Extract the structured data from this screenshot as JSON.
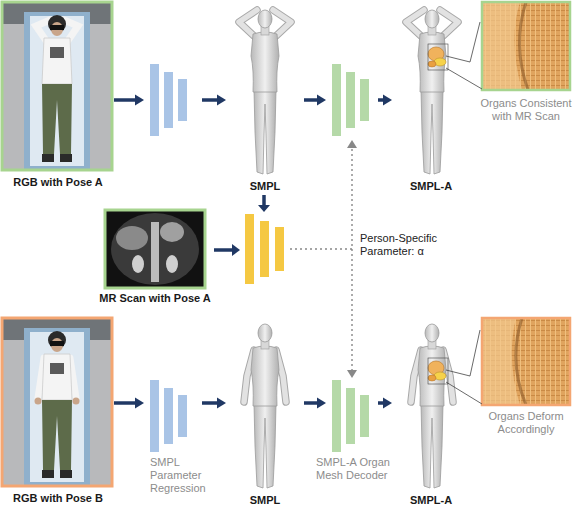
{
  "diagram": {
    "nodes": [
      {
        "text": [
          "RGB with Pose A"
        ]
      },
      {
        "text": [
          "SMPL"
        ]
      },
      {
        "text": [
          "SMPL-A"
        ]
      },
      {
        "text": [
          "Organs Consistent with MR Scan"
        ]
      },
      {
        "text": [
          "MR Scan with Pose A"
        ]
      },
      {
        "text": [
          "RGB with Pose B"
        ]
      },
      {
        "text": [
          "SMPL"
        ]
      },
      {
        "text": [
          "SMPL-A"
        ]
      },
      {
        "text": [
          "Organs Deform Accordingly"
        ]
      }
    ],
    "edges": [
      {
        "from": 0,
        "to": 1,
        "arrow": "to"
      },
      {
        "from": 1,
        "to": 2,
        "arrow": "to"
      },
      {
        "from": 2,
        "to": 3,
        "arrow": "none"
      },
      {
        "from": 5,
        "to": 6,
        "arrow": "to"
      },
      {
        "from": 6,
        "to": 7,
        "arrow": "to"
      },
      {
        "from": 7,
        "to": 8,
        "arrow": "none"
      }
    ],
    "labels": [
      "SMPL Parameter Regression",
      "SMPL-A Organ Mesh Decoder",
      "Person-Specific Parameter: α"
    ]
  }
}
